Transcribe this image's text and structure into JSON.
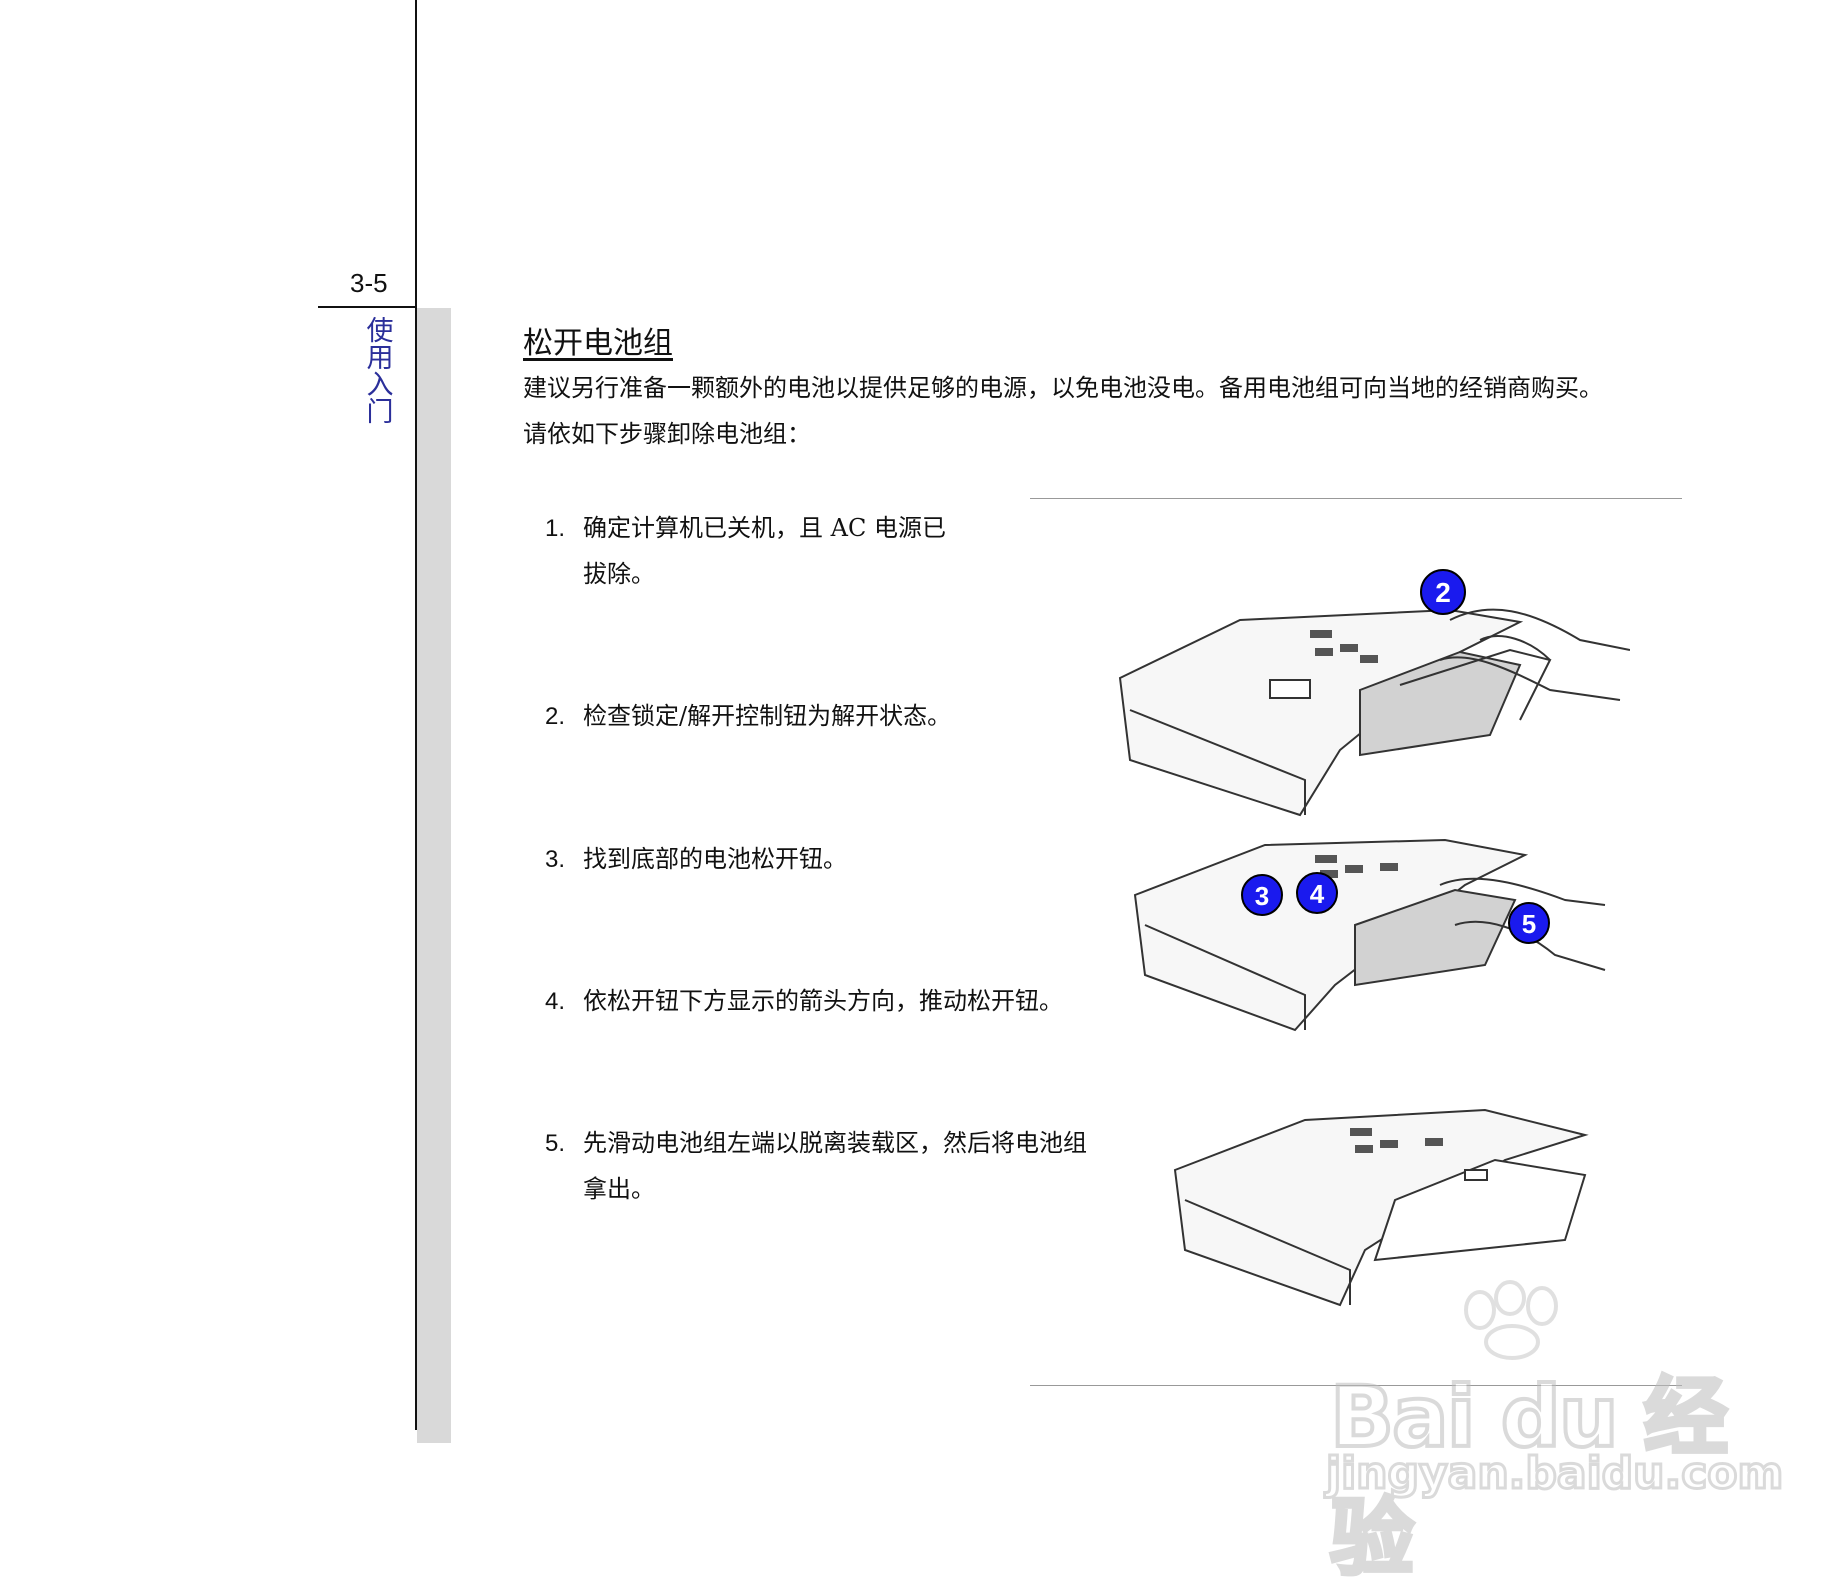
{
  "page_number": "3-5",
  "chapter": [
    "使",
    "用",
    "入",
    "门"
  ],
  "section_title": "松开电池组",
  "intro_lines": [
    "建议另行准备一颗额外的电池以提供足够的电源，以免电池没电。备用电池组可向当地的经销商购买。",
    "请依如下步骤卸除电池组："
  ],
  "steps": [
    {
      "num": "1.",
      "lines": [
        "确定计算机已关机，且 AC 电源已",
        "拔除。"
      ]
    },
    {
      "num": "2.",
      "lines": [
        "检查锁定/解开控制钮为解开状态。"
      ]
    },
    {
      "num": "3.",
      "lines": [
        "找到底部的电池松开钮。"
      ]
    },
    {
      "num": "4.",
      "lines": [
        "依松开钮下方显示的箭头方向，推动松开钮。"
      ]
    },
    {
      "num": "5.",
      "lines": [
        "先滑动电池组左端以脱离装载区，然后将电池组",
        "拿出。"
      ]
    }
  ],
  "callouts": [
    "2",
    "3",
    "4",
    "5"
  ],
  "callout_color": "#1a1aee",
  "watermark": {
    "main": "Bai du 经验",
    "sub": "jingyan.baidu.com"
  }
}
